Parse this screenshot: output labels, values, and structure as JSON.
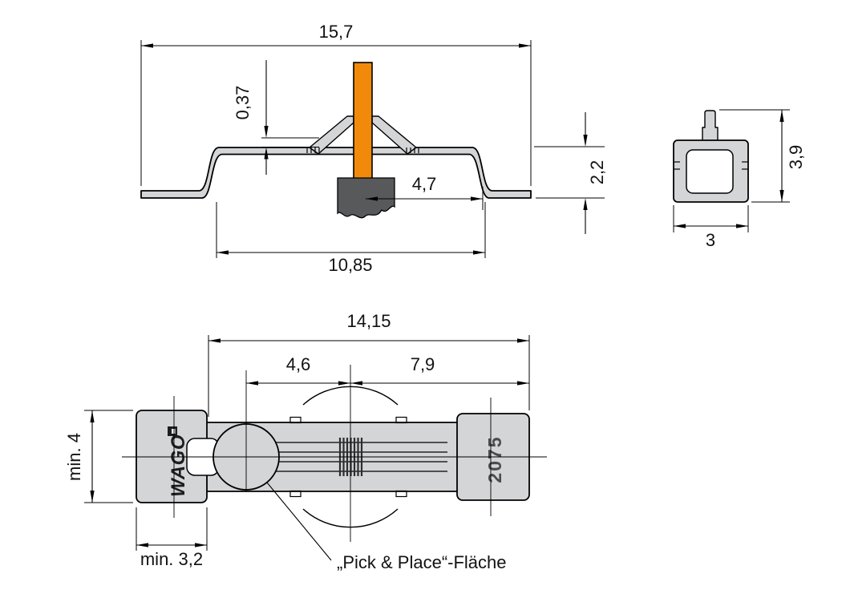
{
  "drawing": {
    "colors": {
      "body_fill": "#d3d5d7",
      "conductor_orange": "#f18a0a",
      "wire_gray": "#57595b",
      "line": "#000000",
      "background": "#ffffff"
    },
    "side_view": {
      "dim_total_width": "15,7",
      "dim_spring_gap": "0,37",
      "dim_conductor_offset": "4,7",
      "dim_height": "2,2",
      "dim_solder_span": "10,85"
    },
    "profile_view": {
      "dim_height": "3,9",
      "dim_width": "3"
    },
    "top_view": {
      "dim_total_length": "14,15",
      "dim_left_section": "4,6",
      "dim_right_section": "7,9",
      "dim_min_height": "min. 4",
      "dim_min_pad_width": "min. 3,2",
      "brand": "WAGO",
      "series": "2075",
      "annotation": "„Pick & Place“-Fläche"
    }
  }
}
